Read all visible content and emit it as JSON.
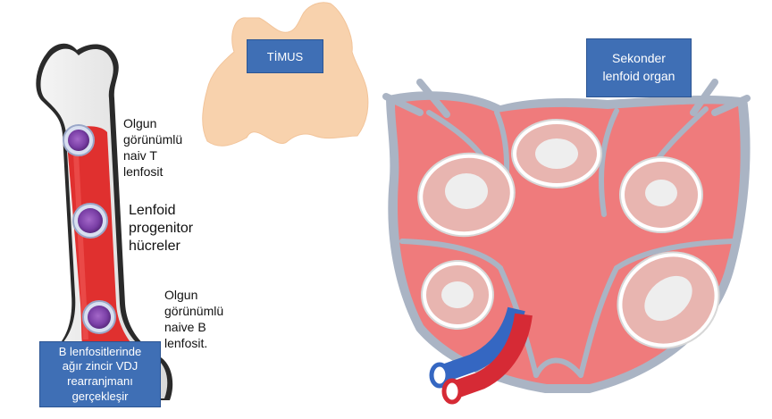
{
  "thymus": {
    "label": "TİMUS"
  },
  "lymph_organ": {
    "label_lines": [
      "Sekonder",
      "lenfoid organ"
    ]
  },
  "bone_marrow": {
    "t_cell_lines": [
      "Olgun",
      "görünümlü",
      "naiv T",
      "lenfosit"
    ],
    "progenitor_lines": [
      "Lenfoid",
      "progenitor",
      "hücreler"
    ],
    "b_cell_lines": [
      "Olgun",
      "görünümlü",
      "naive B",
      "lenfosit."
    ],
    "note_lines": [
      "B lenfositlerinde",
      "ağır zincir VDJ",
      "rearranjmanı",
      "gerçekleşir"
    ]
  },
  "colors": {
    "label_box": "#3f6fb5",
    "bone_marrow": "#e0302f",
    "thymus": "#f8d2ad",
    "lymph_node": "#ef7b7c",
    "follicle": "#e8b5b0",
    "germinal_center": "#eeeeee",
    "capsule": "#aab4c4",
    "artery": "#d62a35",
    "vein": "#3567c2",
    "cell": "#7a3fa6"
  }
}
